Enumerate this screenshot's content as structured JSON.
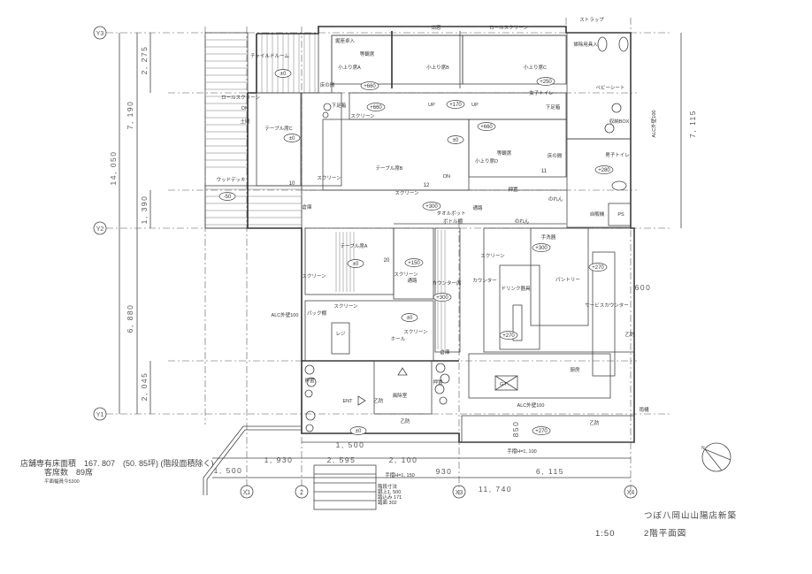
{
  "grid": {
    "y3": "Y3",
    "y2": "Y2",
    "y1": "Y1",
    "x1": "X1",
    "x2": "2",
    "x3": "X3",
    "x4": "X4"
  },
  "dimensions": {
    "total_height": "14, 050",
    "upper": "7, 190",
    "lower": "6, 880",
    "top_offset": "2, 275",
    "mid_offset": "1, 390",
    "bottom_offset": "2, 045",
    "right": "7, 115",
    "right_small": "600",
    "b_1930": "1, 930",
    "b_1500": "1, 500",
    "b_2595": "2, 595",
    "b_2100": "2, 100",
    "b_930": "930",
    "b_6115": "6, 115",
    "b_11740": "11, 740",
    "b_1500_top": "1, 500",
    "d_850": "850"
  },
  "rooms": {
    "child_room": "チャイルドルーム",
    "lv_child": "±0",
    "koagari_a": "小上り席A",
    "koagari_b": "小上り席B",
    "koagari_c": "小上り席C",
    "koagari_d": "小上り席D",
    "tokan1": "等観席",
    "tokan2": "等観席",
    "tokonoma1": "床の間",
    "tokonoma2": "床の間",
    "lv_660a": "+660",
    "lv_660b": "+660",
    "lv_660c": "+660",
    "roll_screen_top": "ロールスクリーン",
    "demado": "出窓",
    "horigotatsu": "掘座卓入",
    "cleaning": "掃除用具入",
    "lv_250": "+250",
    "womens": "女子トイレ",
    "baby_seat": "ベビーシート",
    "storage_box": "収納BOX",
    "alc_right": "ALC外壁100",
    "mens": "男子トイレ",
    "lv_280": "+280",
    "vending": "自販機",
    "ps": "PS",
    "strap": "ストラップ",
    "roll_screen_left": "ロールスクリーン",
    "dn_left": "DN",
    "doma": "土間",
    "table_c": "テーブル席C",
    "lv_c": "±0",
    "wood_deck": "ウッドデッキ",
    "lv_50": "-50",
    "seat10": "10",
    "screen1": "スクリーン",
    "up1": "UP",
    "lv_170": "+170",
    "up2": "UP",
    "shoe1": "下足箱",
    "shoe2": "下足箱",
    "lv_b": "±0",
    "table_b": "テーブル席B",
    "screen2": "スクリーン",
    "dn_mid": "DN",
    "seat12": "12",
    "screen3": "スクリーン",
    "seat11": "11",
    "oshiire1": "押置",
    "noren1": "のれん",
    "lv_300a": "+300",
    "corridor1": "通路",
    "towel": "タオルボット",
    "bottle": "ボトル棚",
    "noren2": "のれん",
    "handwash": "手洗器",
    "lv_300b": "+300",
    "storage1": "倉庫",
    "table_a": "テーブル席A",
    "lv_a": "±0",
    "seat20": "20",
    "screen4": "スクリーン",
    "lv_150": "+150",
    "screen5": "スクリーン",
    "corridor2": "通路",
    "counter_seat": "カウンター席",
    "lv_300c": "+300",
    "counter": "カウンター",
    "screen6": "スクリーン",
    "drink": "ドリンク器具",
    "pantry": "パントリー",
    "lv_270a": "+270",
    "service_counter": "サービスカウンター",
    "lv_270b": "+270",
    "screen7": "スクリーン",
    "pack_shelf": "パック棚",
    "register": "レジ",
    "lv_hall": "±0",
    "screen8": "スクリーン",
    "hall": "ホール",
    "alc_left": "ALC外壁100",
    "storage2": "倉庫",
    "kitchen": "厨房",
    "gt": "GT",
    "alc_bottom": "ALC外壁100",
    "downpipe": "雨樋",
    "otsubo1": "乙防",
    "ent": "ENT",
    "oshiire2": "押置",
    "oshiire3": "押置",
    "otsubo2": "乙防",
    "windbreak": "風除室",
    "otsubo3": "乙防",
    "lv_ent": "±0",
    "lv_270c": "+270",
    "otsubo4": "乙防",
    "handrail1": "手摺H=1, 100",
    "handrail2": "手摺H=1, 150",
    "stair_table": [
      "階段寸法",
      "蹴上1, 500",
      "踏込み 171",
      "踏面 302"
    ]
  },
  "info": {
    "floor_area": "店舗専有床面積　167. 807　(50. 85坪) (階段面積除く)",
    "seats": "客席数　89席",
    "note": "平面幅員今5300"
  },
  "title_block": {
    "project": "つぼ八岡山山陽店新築",
    "scale": "1:50",
    "drawing": "2階平面図"
  },
  "compass": {
    "label": "N"
  }
}
